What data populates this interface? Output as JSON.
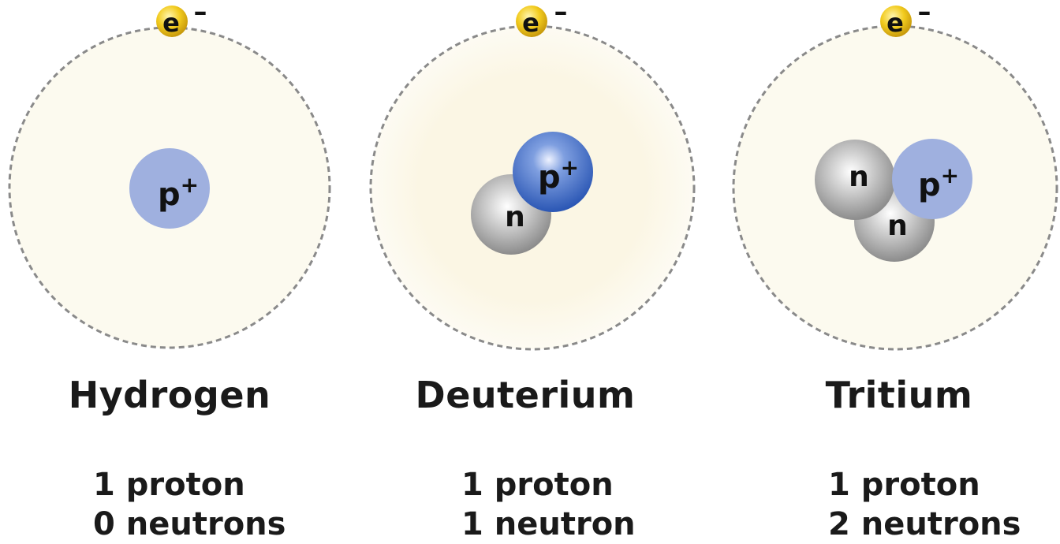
{
  "particles": {
    "electron": "e",
    "electron_charge": "–",
    "proton": "p",
    "proton_charge": "+",
    "neutron": "n"
  },
  "isotopes": [
    {
      "name": "Hydrogen",
      "protons": "1 proton",
      "neutrons": "0 neutrons"
    },
    {
      "name": "Deuterium",
      "protons": "1 proton",
      "neutrons": "1 neutron"
    },
    {
      "name": "Tritium",
      "protons": "1 proton",
      "neutrons": "2 neutrons"
    }
  ],
  "colors": {
    "cloud": "#fcfaef",
    "orbit": "#8a8a8a",
    "electron": "#f2cb1e",
    "proton_flat": "#9fb0df",
    "proton_shaded": "#2f5fbf",
    "neutron": "#9c9c9c"
  }
}
